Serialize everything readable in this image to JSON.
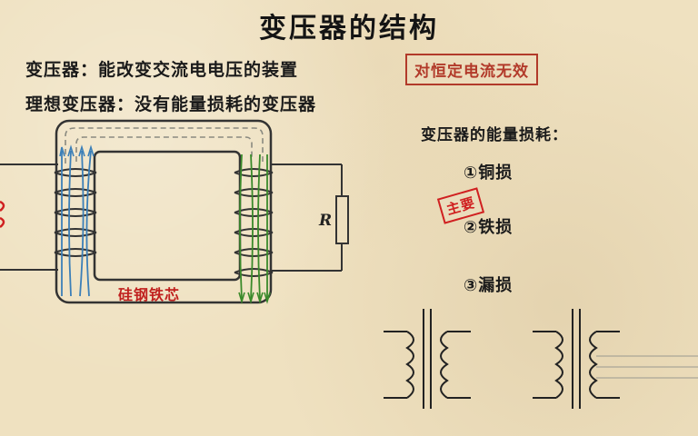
{
  "title": "变压器的结构",
  "definitions": {
    "transformer": "变压器：能改变交流电电压的装置",
    "ideal": "理想变压器：没有能量损耗的变压器"
  },
  "note_box": "对恒定电流无效",
  "losses": {
    "heading": "变压器的能量损耗：",
    "items": [
      "①铜损",
      "②铁损",
      "③漏损"
    ],
    "stamp": "主要"
  },
  "diagram": {
    "core_label": "硅钢铁芯",
    "resistor_label": "R"
  },
  "colors": {
    "core_label": "#c0201e",
    "primary_flux": "#3b7fb8",
    "secondary_flux": "#3a8a2a",
    "stamp": "#d02020",
    "note_box": "#b23a2a"
  }
}
